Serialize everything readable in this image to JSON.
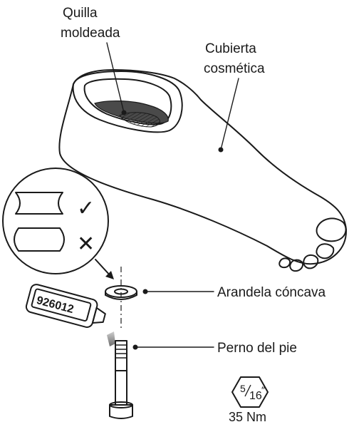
{
  "labels": {
    "keel_line1": "Quilla",
    "keel_line2": "moldeada",
    "cover_line1": "Cubierta",
    "cover_line2": "cosmética",
    "washer": "Arandela cóncava",
    "bolt": "Perno del pie",
    "tag_number": "926012",
    "torque": "35 Nm"
  },
  "wrench_size": {
    "numerator": "5",
    "denominator": "16",
    "unit": "″"
  },
  "inset_symbols": {
    "correct": "✓",
    "incorrect": "✕"
  },
  "colors": {
    "ink": "#1a1a1a",
    "keel_fill": "#4a4a4a",
    "tag_liquid": "#9a9a9a"
  }
}
